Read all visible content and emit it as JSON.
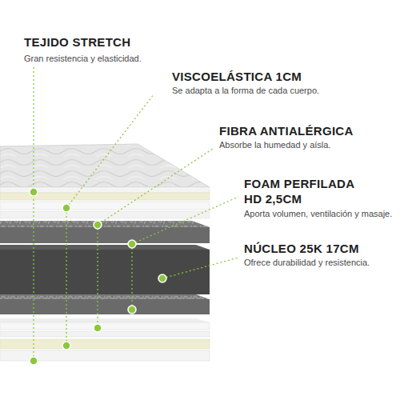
{
  "diagram": {
    "labels": [
      "TEJIDO STRETCH",
      "Gran resistencia y elasticidad.",
      "VISCOELÁSTICA 1CM",
      "Se adapta a la forma de cada cuerpo.",
      "FIBRA ANTIALÉRGICA",
      "Absorbe la humedad y aísla.",
      "FOAM PERFILADA HD 2,5CM",
      "Aporta volumen, ventilación y masaje.",
      "NÚCLEO 25K 17CM",
      "Ofrece durabilidad y resistencia."
    ]
  }
}
